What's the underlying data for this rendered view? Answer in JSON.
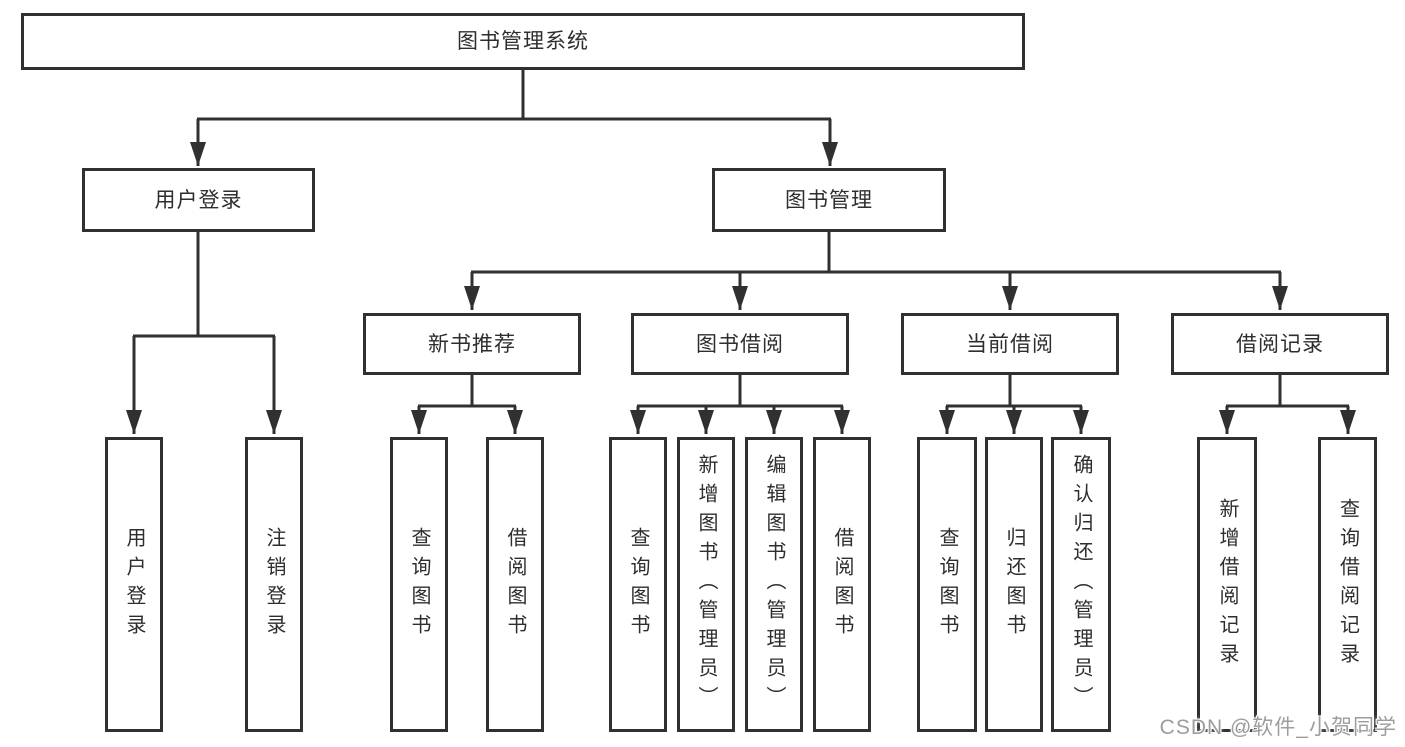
{
  "diagram": {
    "root": {
      "label": "图书管理系统"
    },
    "branches": [
      {
        "label": "用户登录",
        "children": [
          {
            "label": "用户登录"
          },
          {
            "label": "注销登录"
          }
        ]
      },
      {
        "label": "图书管理",
        "children": [
          {
            "label": "新书推荐",
            "children": [
              {
                "label": "查询图书"
              },
              {
                "label": "借阅图书"
              }
            ]
          },
          {
            "label": "图书借阅",
            "children": [
              {
                "label": "查询图书"
              },
              {
                "label": "新增图书（管理员）"
              },
              {
                "label": "编辑图书（管理员）"
              },
              {
                "label": "借阅图书"
              }
            ]
          },
          {
            "label": "当前借阅",
            "children": [
              {
                "label": "查询图书"
              },
              {
                "label": "归还图书"
              },
              {
                "label": "确认归还（管理员）"
              }
            ]
          },
          {
            "label": "借阅记录",
            "children": [
              {
                "label": "新增借阅记录"
              },
              {
                "label": "查询借阅记录"
              }
            ]
          }
        ]
      }
    ]
  },
  "watermark": {
    "text": "CSDN @软件_小贺同学"
  },
  "colors": {
    "line": "#303030",
    "text": "#2e2e2e",
    "watermark_text": "#9d9d9d",
    "background": "#ffffff"
  }
}
